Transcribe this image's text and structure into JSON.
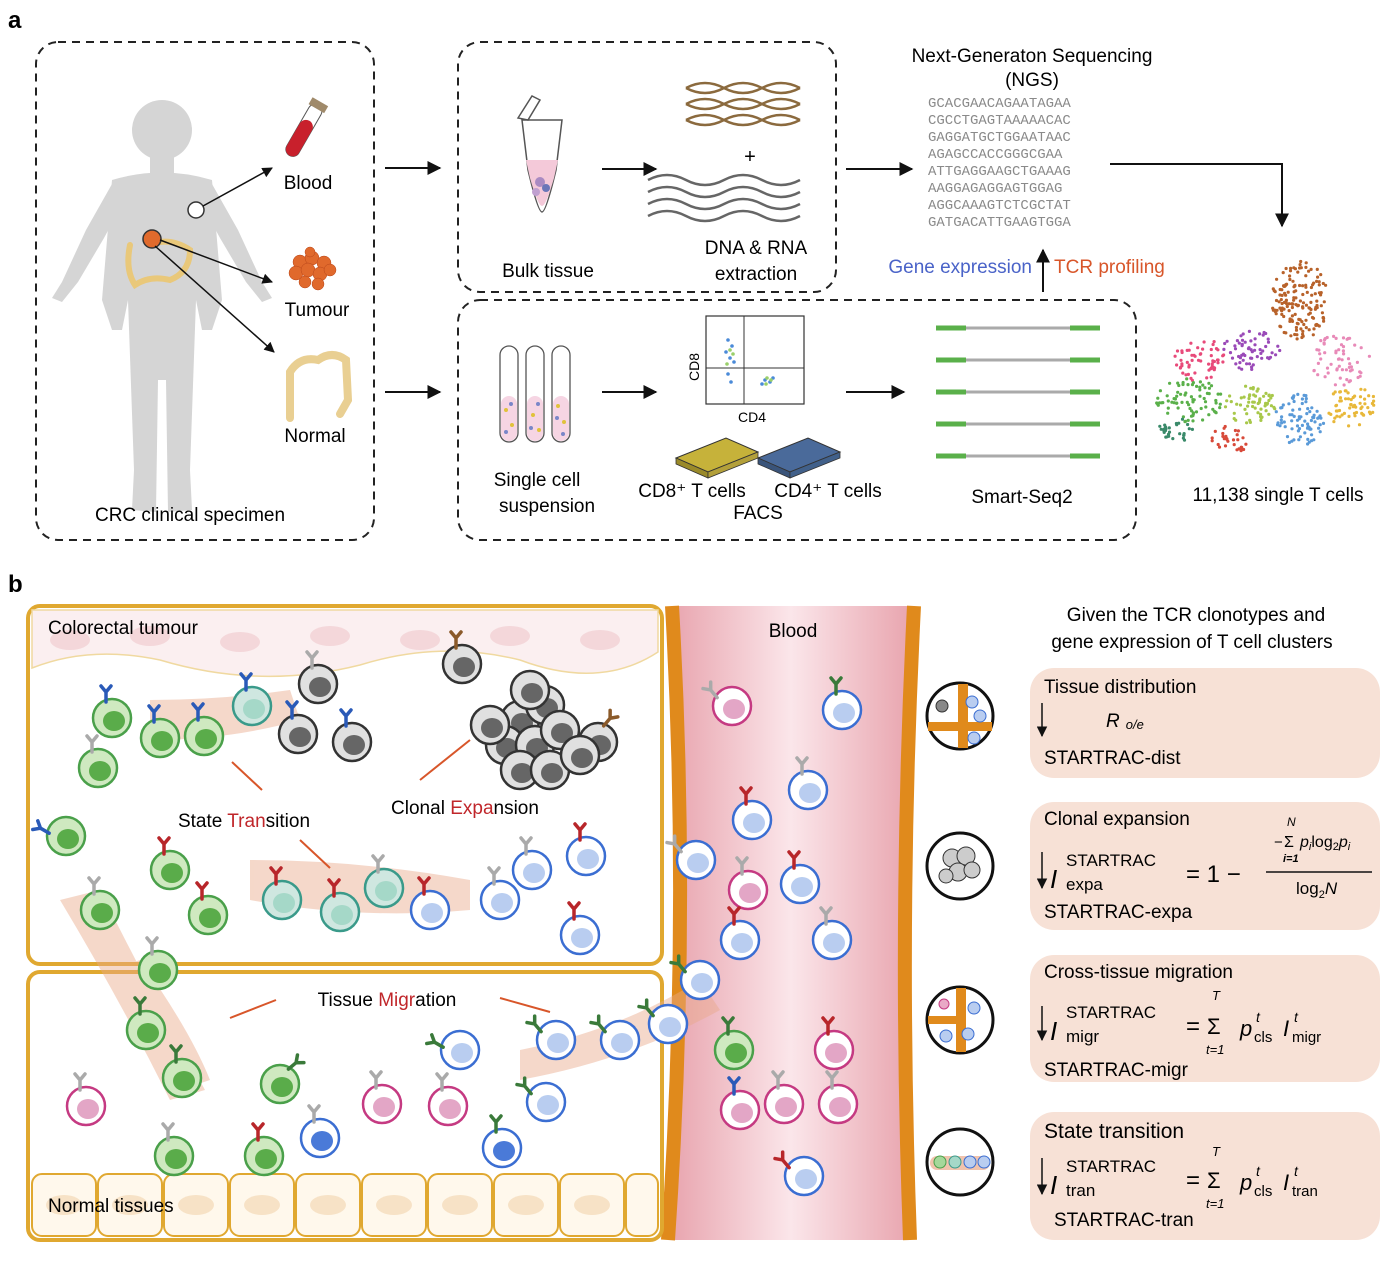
{
  "panel_a": {
    "label": "a",
    "specimen": {
      "caption": "CRC clinical specimen",
      "blood": "Blood",
      "tumour": "Tumour",
      "normal": "Normal"
    },
    "bulk": {
      "tissue_label": "Bulk tissue",
      "extraction_line1": "DNA & RNA",
      "extraction_line2": "extraction",
      "plus": "+"
    },
    "ngs": {
      "title_line1": "Next-Generaton Sequencing",
      "title_line2": "(NGS)",
      "sequences": [
        "GCACGAACAGAATAGAA",
        "CGCCTGAGTAAAAACAC",
        "GAGGATGCTGGAATAAC",
        "AGAGCCACCGGGCGAA",
        "ATTGAGGAAGCTGAAAG",
        "AAGGAGAGGAGTGGAG",
        "AGGCAAAGTCTCGCTAT",
        "GATGACATTGAAGTGGA"
      ],
      "gene_expression": "Gene expression",
      "tcr_profiling": "TCR profiling"
    },
    "single_cell": {
      "suspension_line1": "Single cell",
      "suspension_line2": "suspension",
      "axis_y": "CD8",
      "axis_x": "CD4",
      "cd8_cells": "CD8⁺ T cells",
      "cd4_cells": "CD4⁺ T cells",
      "facs": "FACS",
      "smartseq": "Smart-Seq2"
    },
    "tsne_caption": "11,138 single T cells"
  },
  "panel_b": {
    "label": "b",
    "tumour_label": "Colorectal tumour",
    "normal_label": "Normal tissues",
    "blood_label": "Blood",
    "state_transition": {
      "pre": "State ",
      "hl": "Tran",
      "post": "sition"
    },
    "clonal_expansion": {
      "pre": "Clonal ",
      "hl": "Expa",
      "post": "nsion"
    },
    "tissue_migration": {
      "pre": "Tissue ",
      "hl": "Migr",
      "post": "ation"
    },
    "given_line1": "Given the TCR clonotypes and",
    "given_line2": "gene expression of T cell clusters",
    "cards": [
      {
        "title": "Tissue distribution",
        "name": "STARTRAC-dist"
      },
      {
        "title": "Clonal expansion",
        "name": "STARTRAC-expa"
      },
      {
        "title": "Cross-tissue migration",
        "name": "STARTRAC-migr"
      },
      {
        "title": "State transition",
        "name": "STARTRAC-tran"
      }
    ],
    "formula": {
      "R": "R",
      "oe": "o/e",
      "I": "I",
      "startrac": "STARTRAC",
      "expa": "expa",
      "migr": "migr",
      "tran": "tran",
      "one_minus": "= 1 −",
      "equals": "=",
      "sum": "Σ",
      "N": "N",
      "T": "T",
      "i1": "i=1",
      "t1": "t=1",
      "minus": "−",
      "pi": "p",
      "i": "i",
      "log2": "log",
      "two": "2",
      "p": "p",
      "cls": "cls",
      "t": "t",
      "logN": "log",
      "Nsym": "N"
    }
  },
  "colors": {
    "orange": "#e08a1c",
    "red_highlight": "#c0262a",
    "tcr_red": "#d8562a",
    "gene_blue": "#4a63c8"
  }
}
